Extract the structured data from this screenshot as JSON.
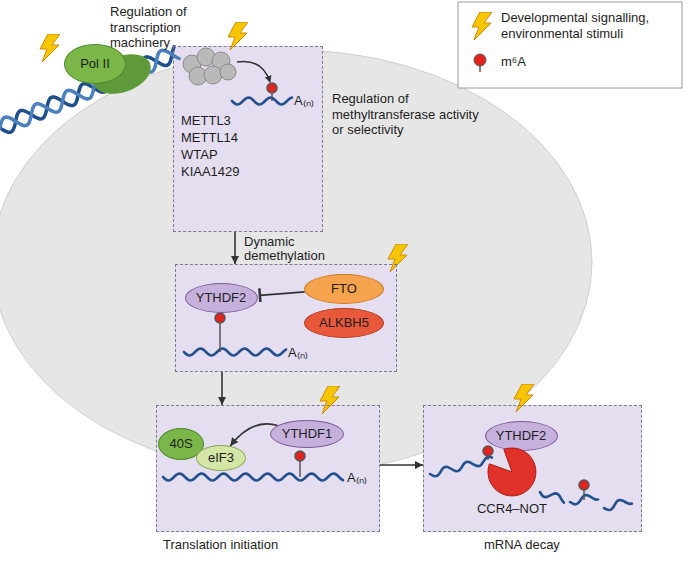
{
  "diagram": {
    "nodes": [
      {
        "text": [
          "Pol II"
        ]
      },
      {
        "text": [
          "METTL3",
          "METTL14",
          "WTAP",
          "KIAA1429",
          "A₍ₙ₎",
          "Regulation of methyltransferase activity or selectivity"
        ]
      },
      {
        "text": [
          "A₍ₙ₎"
        ]
      },
      {
        "text": [
          "YTHDF2"
        ],
        "in": 2
      },
      {
        "text": [
          "FTO"
        ],
        "in": 2
      },
      {
        "text": [
          "ALKBH5"
        ],
        "in": 2
      },
      {
        "text": [
          "A₍ₙ₎",
          "Translation initiation"
        ]
      },
      {
        "text": [
          "40S"
        ],
        "in": 6
      },
      {
        "text": [
          "eIF3"
        ],
        "in": 6
      },
      {
        "text": [
          "YTHDF1"
        ],
        "in": 6
      },
      {
        "text": [
          "mRNA decay"
        ]
      },
      {
        "text": [
          "YTHDF2"
        ],
        "in": 10
      },
      {
        "text": [
          "CCR4–NOT"
        ],
        "in": 10
      }
    ],
    "edges": [
      {
        "from": 1,
        "to": 2,
        "label": "Dynamic demethylation",
        "arrow": "to"
      },
      {
        "from": 4,
        "to": 3,
        "arrow": "to"
      },
      {
        "from": 2,
        "to": 6,
        "arrow": "to"
      },
      {
        "from": 9,
        "to": 8,
        "arrow": "to"
      },
      {
        "from": 6,
        "to": 10,
        "arrow": "to"
      }
    ],
    "labels": [
      "Regulation of transcription machinery"
    ],
    "legend": [
      {
        "text": "Developmental signalling, environmental stimuli"
      },
      {
        "text": "m⁶A"
      }
    ]
  }
}
